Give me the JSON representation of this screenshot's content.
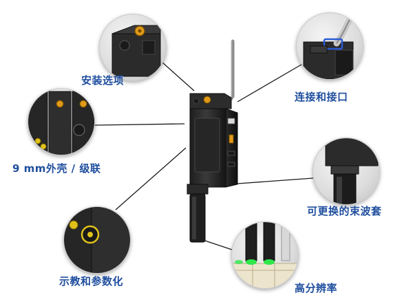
{
  "features": {
    "mounting_options": "安装选项",
    "connection_port": "连接和接口",
    "housing_cascade": "9 mm外壳 / 级联",
    "replaceable_sleeve": "可更换的束波套",
    "display_parameter": "示教和参数化",
    "high_resolution": "高分辨率"
  },
  "colors": {
    "label": "#1f4e9e",
    "device_body": "#2b2b2b",
    "accent_orange": "#e09a1a",
    "led_green": "#2ee84a",
    "callout_line": "#1a1a1a"
  },
  "icons": [
    "screw-icon",
    "fiber-cable-icon",
    "led-indicator-icon"
  ]
}
